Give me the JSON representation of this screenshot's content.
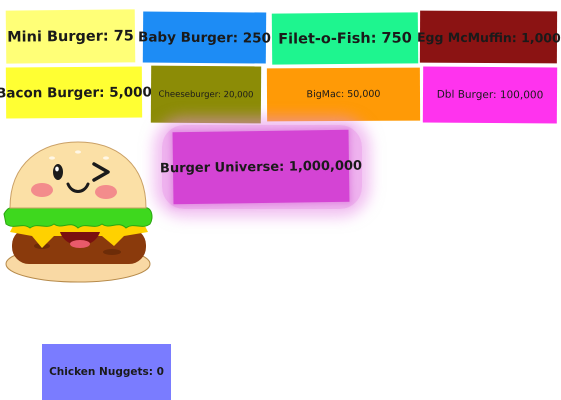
{
  "game": {
    "clicker": {
      "icon": "smiling-winking-burger"
    },
    "shop": [
      {
        "key": "mini_burger",
        "label": "Mini Burger: 75",
        "color": "#ffff77"
      },
      {
        "key": "baby_burger",
        "label": "Baby Burger: 250",
        "color": "#1d8cf5"
      },
      {
        "key": "filet_o_fish",
        "label": "Filet-o-Fish: 750",
        "color": "#1ef58f"
      },
      {
        "key": "egg_mcmuffin",
        "label": "Egg McMuffin: 1,000",
        "color": "#8b1313"
      },
      {
        "key": "bacon_burger",
        "label": "Bacon Burger: 5,000",
        "color": "#ffff33"
      },
      {
        "key": "cheeseburger",
        "label": "Cheeseburger: 20,000",
        "color": "#8c8c06"
      },
      {
        "key": "bigmac",
        "label": "BigMac: 50,000",
        "color": "#ff9a06"
      },
      {
        "key": "dbl_burger",
        "label": "Dbl Burger: 100,000",
        "color": "#ff33ee"
      },
      {
        "key": "burger_universe",
        "label": "Burger Universe: 1,000,000",
        "color": "#d444d4"
      },
      {
        "key": "chicken_nuggets",
        "label": "Chicken Nuggets: 0",
        "color": "#7a7cff"
      }
    ]
  }
}
